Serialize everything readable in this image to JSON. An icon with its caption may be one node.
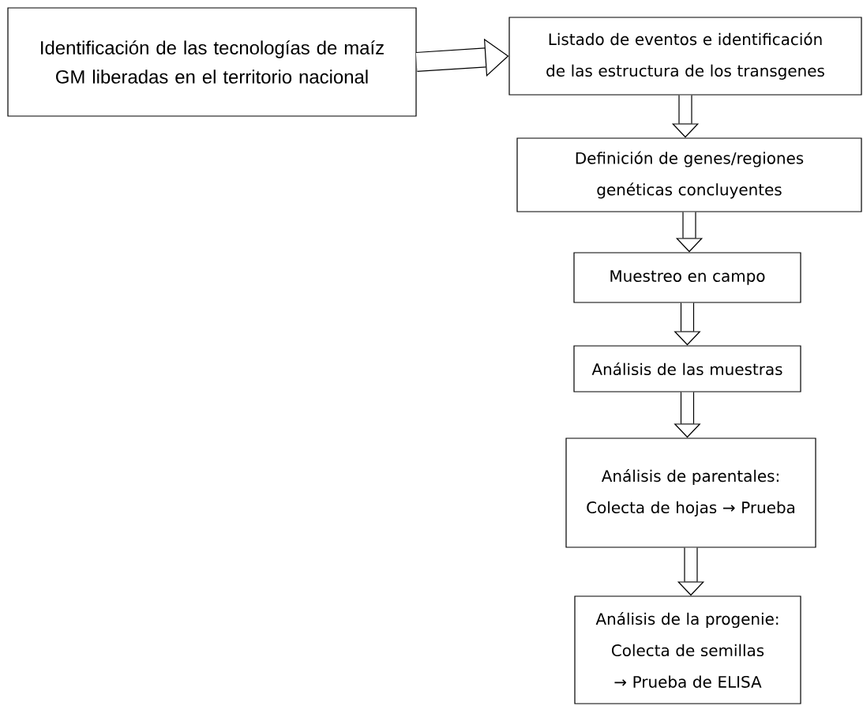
{
  "diagram": {
    "nodes": [
      {
        "text": [
          "Identificación de las tecnologías de maíz GM liberadas en el territorio nacional"
        ]
      },
      {
        "text": [
          "Listado de eventos e identificación de las estructura de los transgenes"
        ]
      },
      {
        "text": [
          "Definición de genes/regiones genéticas concluyentes"
        ]
      },
      {
        "text": [
          "Muestreo en campo"
        ]
      },
      {
        "text": [
          "Análisis de las muestras"
        ]
      },
      {
        "text": [
          "Análisis de parentales:",
          "Colecta de hojas → Prueba"
        ]
      },
      {
        "text": [
          "Análisis de la progenie:",
          "Colecta de semillas → Prueba de ELISA"
        ]
      }
    ],
    "edges": [
      {
        "from": 0,
        "to": 1,
        "arrow": "to"
      },
      {
        "from": 1,
        "to": 2,
        "arrow": "to"
      },
      {
        "from": 2,
        "to": 3,
        "arrow": "to"
      },
      {
        "from": 3,
        "to": 4,
        "arrow": "to"
      },
      {
        "from": 4,
        "to": 5,
        "arrow": "to"
      },
      {
        "from": 5,
        "to": 6,
        "arrow": "to"
      }
    ]
  }
}
